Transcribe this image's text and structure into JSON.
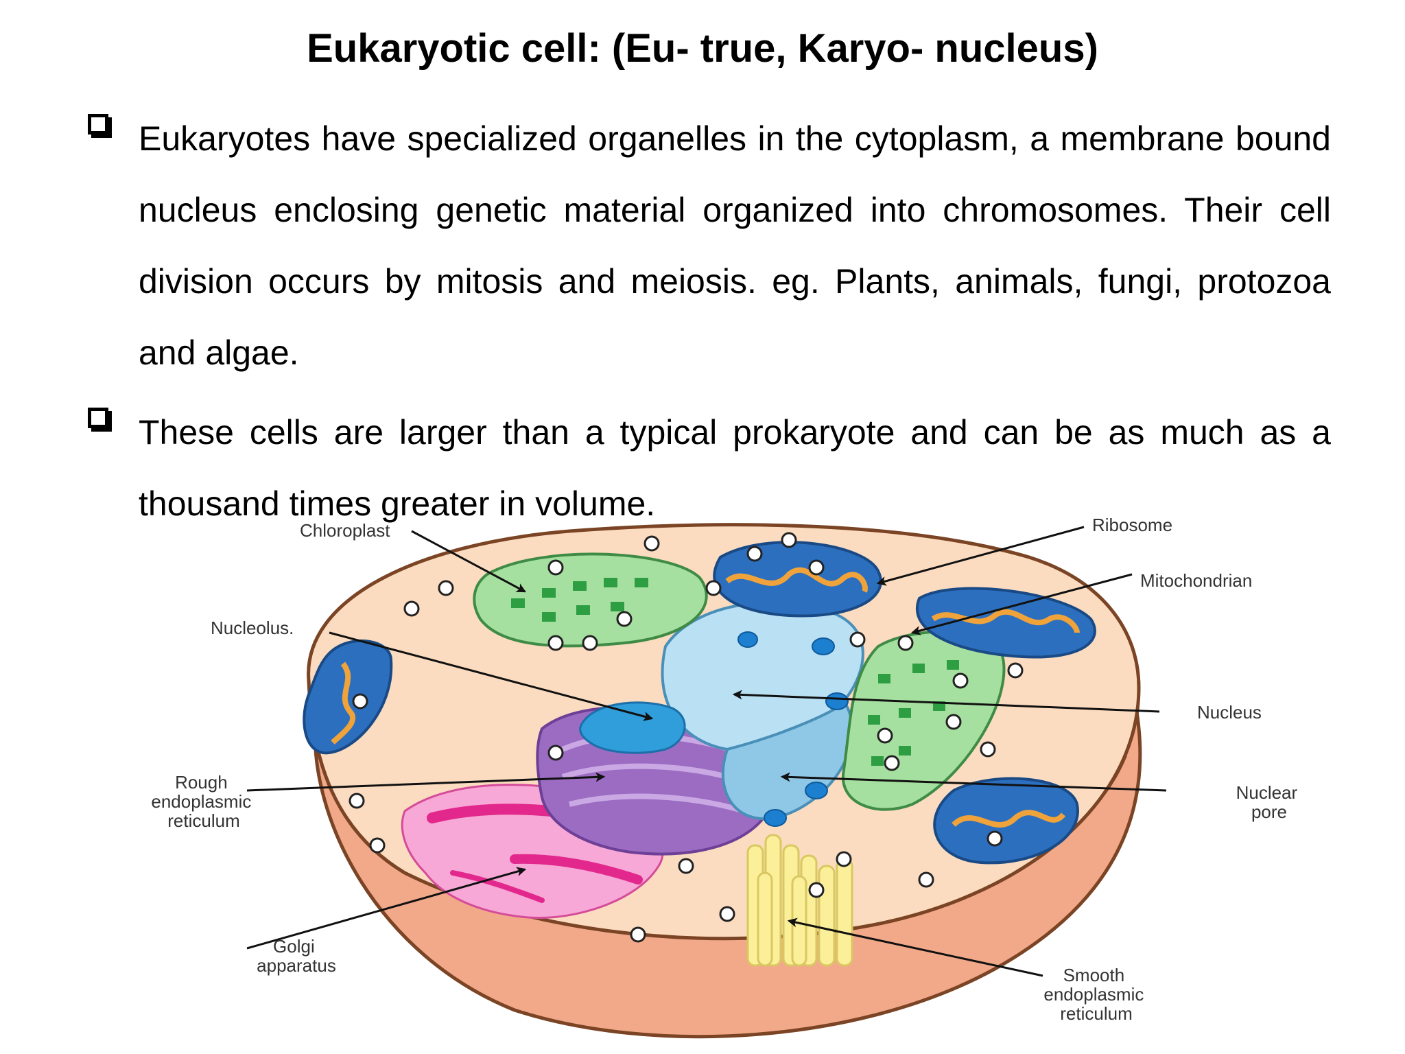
{
  "slide": {
    "title": "Eukaryotic cell: (Eu- true, Karyo- nucleus)",
    "bullets": [
      "Eukaryotes have specialized organelles in the cytoplasm, a membrane bound nucleus enclosing genetic material organized into chromosomes. Their cell division occurs by mitosis and meiosis. eg. Plants, animals, fungi, protozoa and algae.",
      "These cells are larger than a typical prokaryote and can be as much as a thousand times greater in volume."
    ],
    "bullet_icon": "checkbox-icon"
  },
  "diagram": {
    "labels": {
      "chloroplast": "Chloroplast",
      "ribosome": "Ribosome",
      "mitochondrian": "Mitochondrian",
      "nucleolus": "Nucleolus.",
      "nucleus": "Nucleus",
      "rough_er": [
        "Rough",
        "endoplasmic",
        "reticulum"
      ],
      "nuclear_pore": [
        "Nuclear",
        "pore"
      ],
      "golgi": [
        "Golgi",
        "apparatus"
      ],
      "smooth_er": [
        "Smooth",
        "endoplasmic",
        "reticulum"
      ]
    },
    "colors": {
      "cytoplasm": "#fbdcc0",
      "cell_wall_base": "#f2a98a",
      "outline": "#7a4425",
      "nucleus": "#9fd2ea",
      "nucleolus": "#2f9edb",
      "rough_er": "#9b6cc2",
      "golgi": "#f7a8d6",
      "golgi_accent": "#e2288c",
      "smooth_er": "#fbef9a",
      "chloroplast": "#a6e0a0",
      "chloroplast_grana": "#2e9e43",
      "mitochondria": "#2c6fbe",
      "mitochondria_cristae": "#f0a33a",
      "ribosome": "#222222"
    }
  }
}
